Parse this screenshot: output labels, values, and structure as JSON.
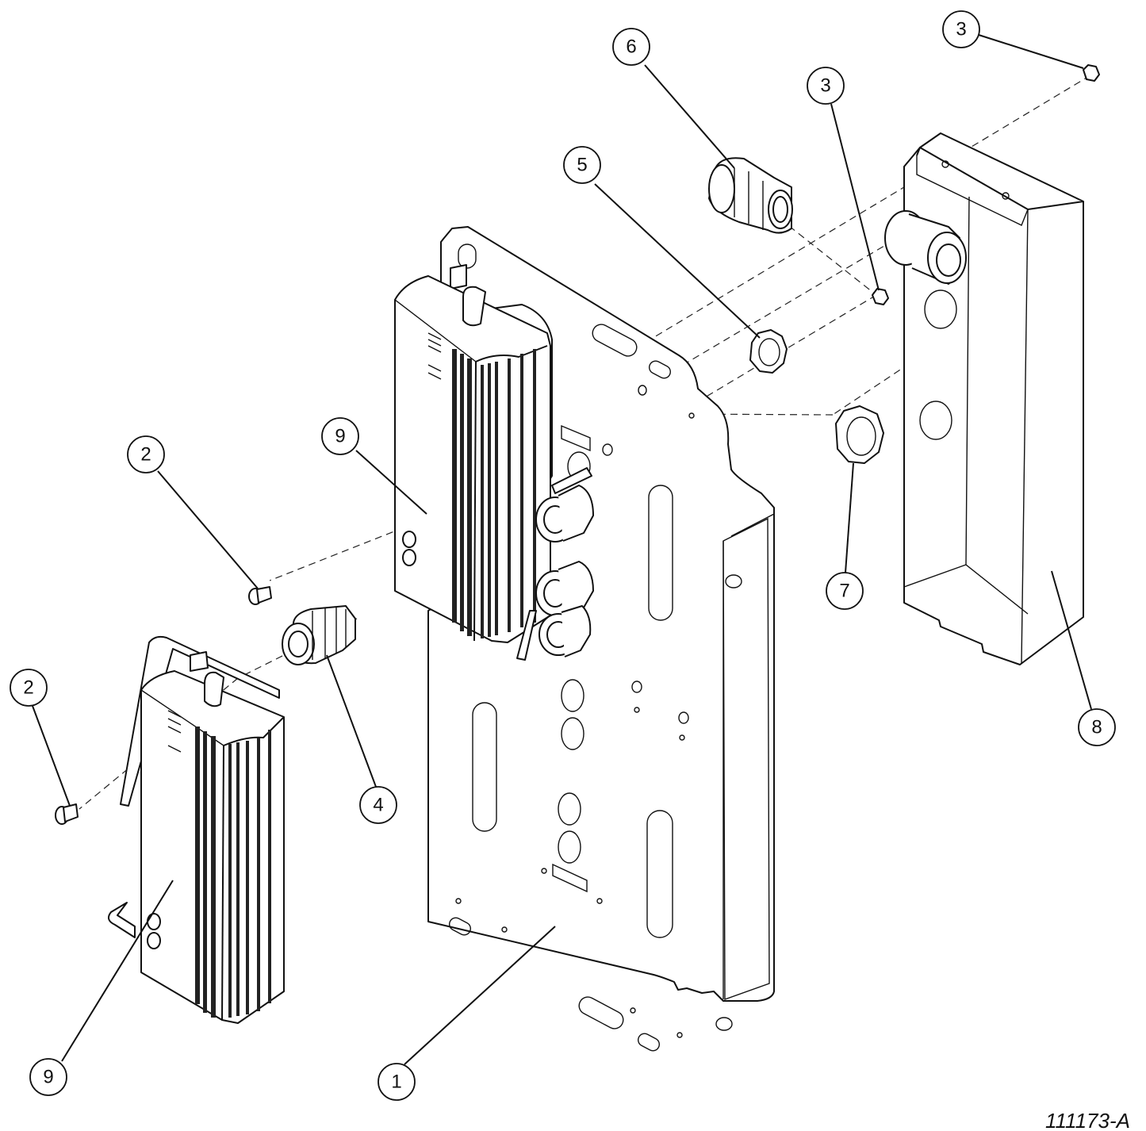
{
  "drawing_number": "111173-A",
  "callouts": [
    {
      "id": "c-1",
      "label": "1"
    },
    {
      "id": "c-2a",
      "label": "2"
    },
    {
      "id": "c-2b",
      "label": "2"
    },
    {
      "id": "c-3a",
      "label": "3"
    },
    {
      "id": "c-3b",
      "label": "3"
    },
    {
      "id": "c-4",
      "label": "4"
    },
    {
      "id": "c-5",
      "label": "5"
    },
    {
      "id": "c-6",
      "label": "6"
    },
    {
      "id": "c-7",
      "label": "7"
    },
    {
      "id": "c-8",
      "label": "8"
    },
    {
      "id": "c-9a",
      "label": "9"
    },
    {
      "id": "c-9b",
      "label": "9"
    }
  ]
}
